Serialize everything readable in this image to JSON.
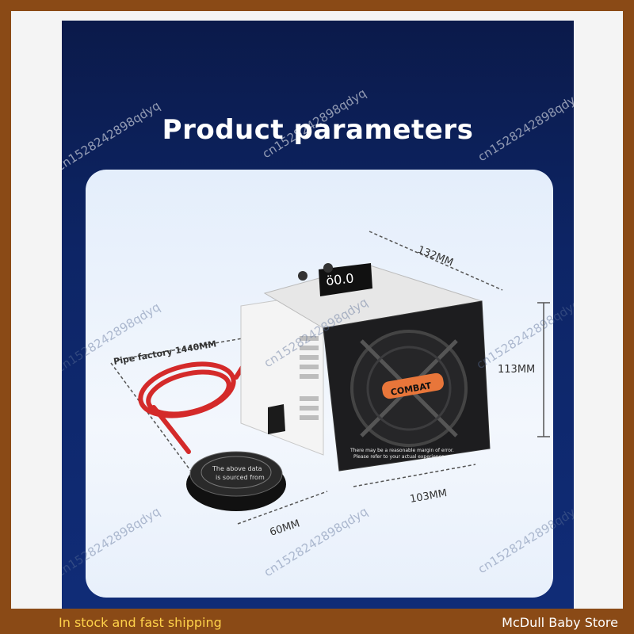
{
  "title": "Product parameters",
  "dimensions": {
    "width": "132MM",
    "height": "113MM",
    "depth": "103MM",
    "pad_diameter": "60MM",
    "pipe": "Pipe factory 1440MM"
  },
  "device": {
    "display_text": "ö0.0",
    "badge_text": "COMBAT",
    "note_line1": "There may be a reasonable margin of error.",
    "note_line2": "Please refer to your actual experience"
  },
  "pad": {
    "line1": "The above data",
    "line2": "is sourced from"
  },
  "watermark": "cn1528242898qdyq",
  "footer": {
    "left": "In stock and fast shipping",
    "right": "McDull Baby Store"
  },
  "colors": {
    "frame": "#8a4a16",
    "panel": "#0d2566",
    "footer_left_text": "#ffd24a",
    "cable": "#d42a2a",
    "badge": "#e8763a"
  }
}
